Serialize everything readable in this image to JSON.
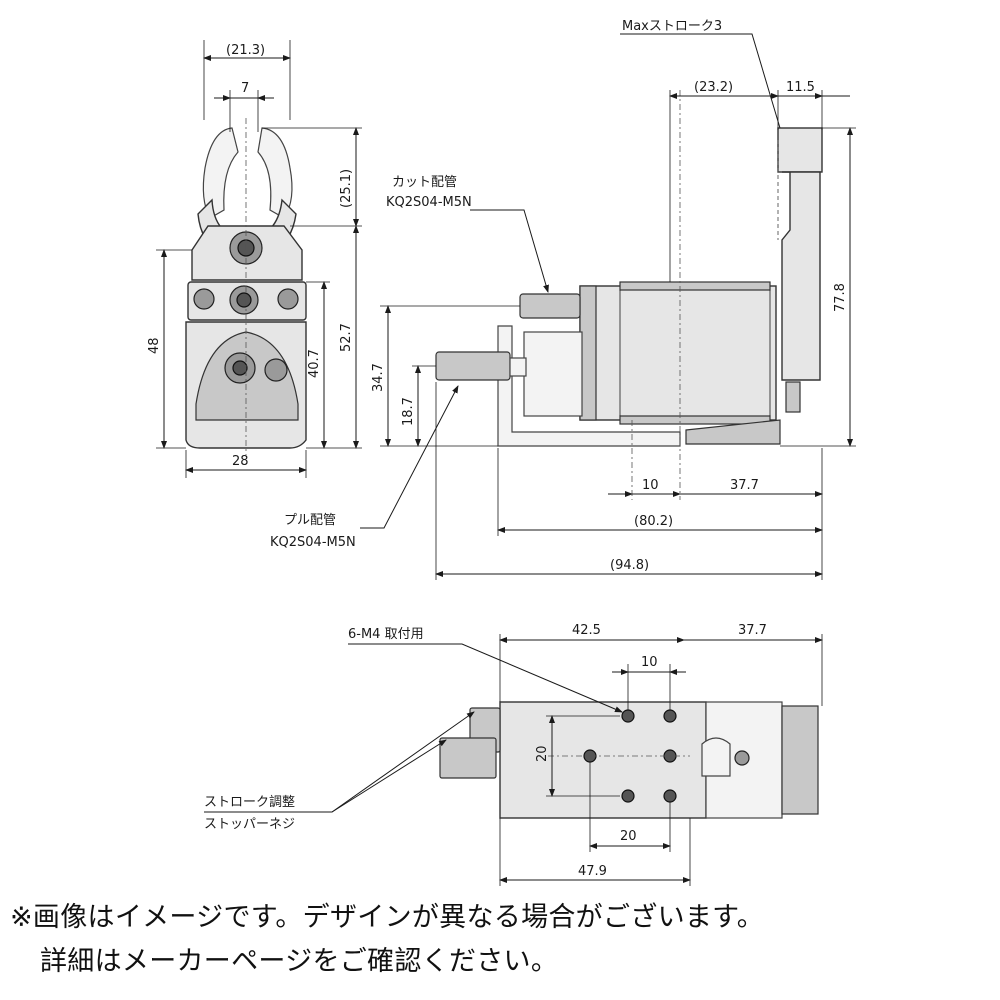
{
  "dimensions": {
    "front_width_top": "(21.3)",
    "jaw_gap": "7",
    "jaw_height": "(25.1)",
    "front_height_48": "48",
    "front_height_40_7": "40.7",
    "front_height_52_7": "52.7",
    "front_base_width": "28",
    "max_stroke": "Maxストローク3",
    "side_top_23_2": "(23.2)",
    "side_top_11_5": "11.5",
    "side_height_77_8": "77.8",
    "side_height_34_7": "34.7",
    "side_height_18_7": "18.7",
    "side_bottom_10": "10",
    "side_bottom_37_7": "37.7",
    "side_total_80_2": "(80.2)",
    "side_total_94_8": "(94.8)",
    "top_42_5": "42.5",
    "top_37_7": "37.7",
    "top_10": "10",
    "top_20_vertical": "20",
    "top_20_horizontal": "20",
    "top_47_9": "47.9"
  },
  "callouts": {
    "cut_piping_label": "カット配管",
    "cut_piping_part": "KQ2S04-M5N",
    "pull_piping_label": "プル配管",
    "pull_piping_part": "KQ2S04-M5N",
    "mount_holes": "6-M4 取付用",
    "stroke_adjust_line1": "ストローク調整",
    "stroke_adjust_line2": "ストッパーネジ"
  },
  "disclaimer": {
    "line1": "※画像はイメージです。デザインが異なる場合がございます。",
    "line2": "詳細はメーカーページをご確認ください。"
  }
}
